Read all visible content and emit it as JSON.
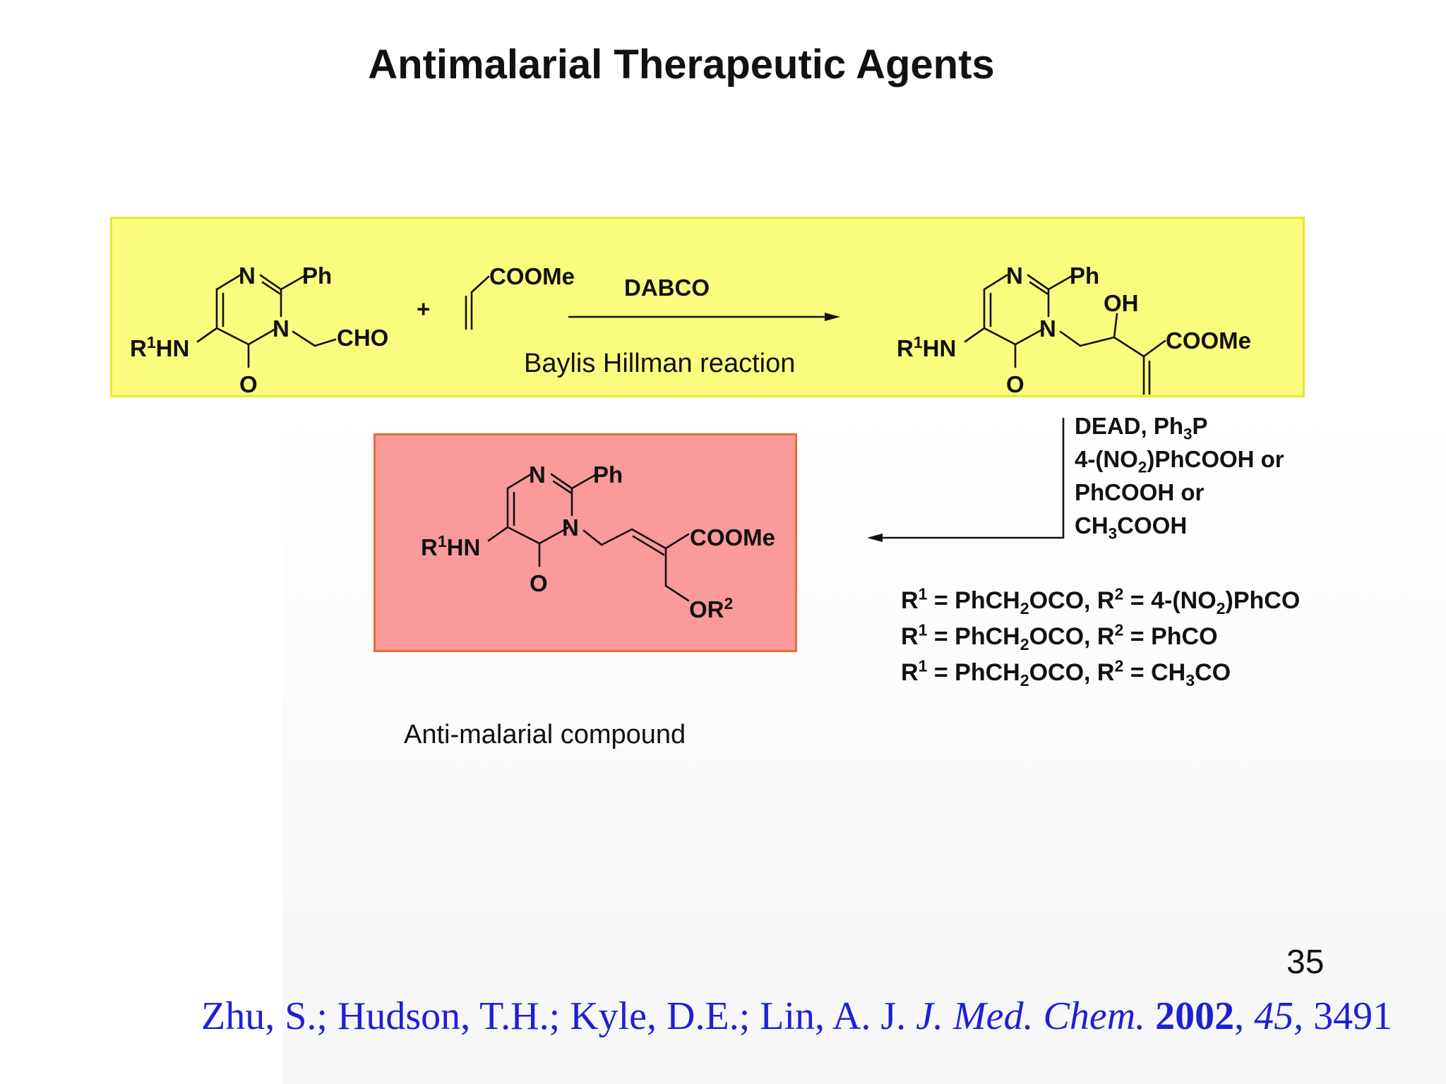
{
  "slide": {
    "title": "Antimalarial Therapeutic Agents",
    "page_number": "35"
  },
  "reaction": {
    "plus": "+",
    "reagent_top": "DABCO",
    "reaction_name": "Baylis Hillman reaction",
    "step2_conditions": [
      "DEAD, Ph3P",
      "4-(NO2)PhCOOH or",
      "PhCOOH or",
      "CH3COOH"
    ]
  },
  "atom_labels": {
    "N": "N",
    "Ph": "Ph",
    "O": "O",
    "R1HN": "R1HN",
    "CHO": "CHO",
    "COOMe": "COOMe",
    "OH": "OH",
    "OR2": "OR2"
  },
  "product_caption": "Anti-malarial compound",
  "substituents": [
    "R1 = PhCH2OCO, R2 = 4-(NO2)PhCO",
    "R1 = PhCH2OCO, R2 = PhCO",
    "R1 = PhCH2OCO, R2 = CH3CO"
  ],
  "reference": {
    "authors": "Zhu, S.; Hudson, T.H.; Kyle, D.E.; Lin, A. J. ",
    "journal": "J. Med. Chem.",
    "year": "2002",
    "volume": "45,",
    "pages": "3491"
  },
  "colors": {
    "highlight_yellow": "#fbfb7e",
    "highlight_red": "#fb9a9a",
    "reference_blue": "#1f1fd6"
  }
}
